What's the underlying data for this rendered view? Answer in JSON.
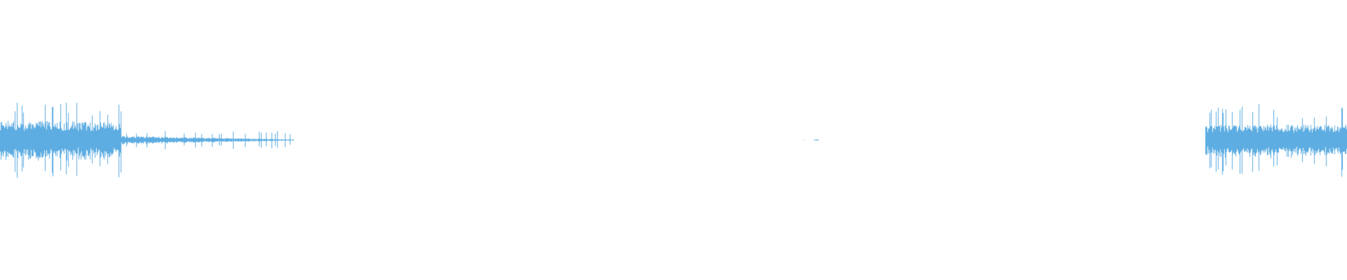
{
  "waveform": {
    "color": "#5dade2",
    "background": "#ffffff",
    "segments": [
      {
        "name": "opening-burst",
        "start": 0.0,
        "end": 0.09,
        "peak": 0.85,
        "base": 0.38,
        "decay_to": 0.35
      },
      {
        "name": "decay-tail",
        "start": 0.09,
        "end": 0.218,
        "peak": 0.2,
        "base": 0.08,
        "decay_to": 0.01
      },
      {
        "name": "mid-blips",
        "start": 0.597,
        "end": 0.61,
        "peak": 0.02,
        "base": 0.01,
        "decay_to": 0.01
      },
      {
        "name": "closing-burst",
        "start": 0.895,
        "end": 1.0,
        "peak": 0.8,
        "base": 0.3,
        "decay_to": 0.3
      }
    ]
  }
}
